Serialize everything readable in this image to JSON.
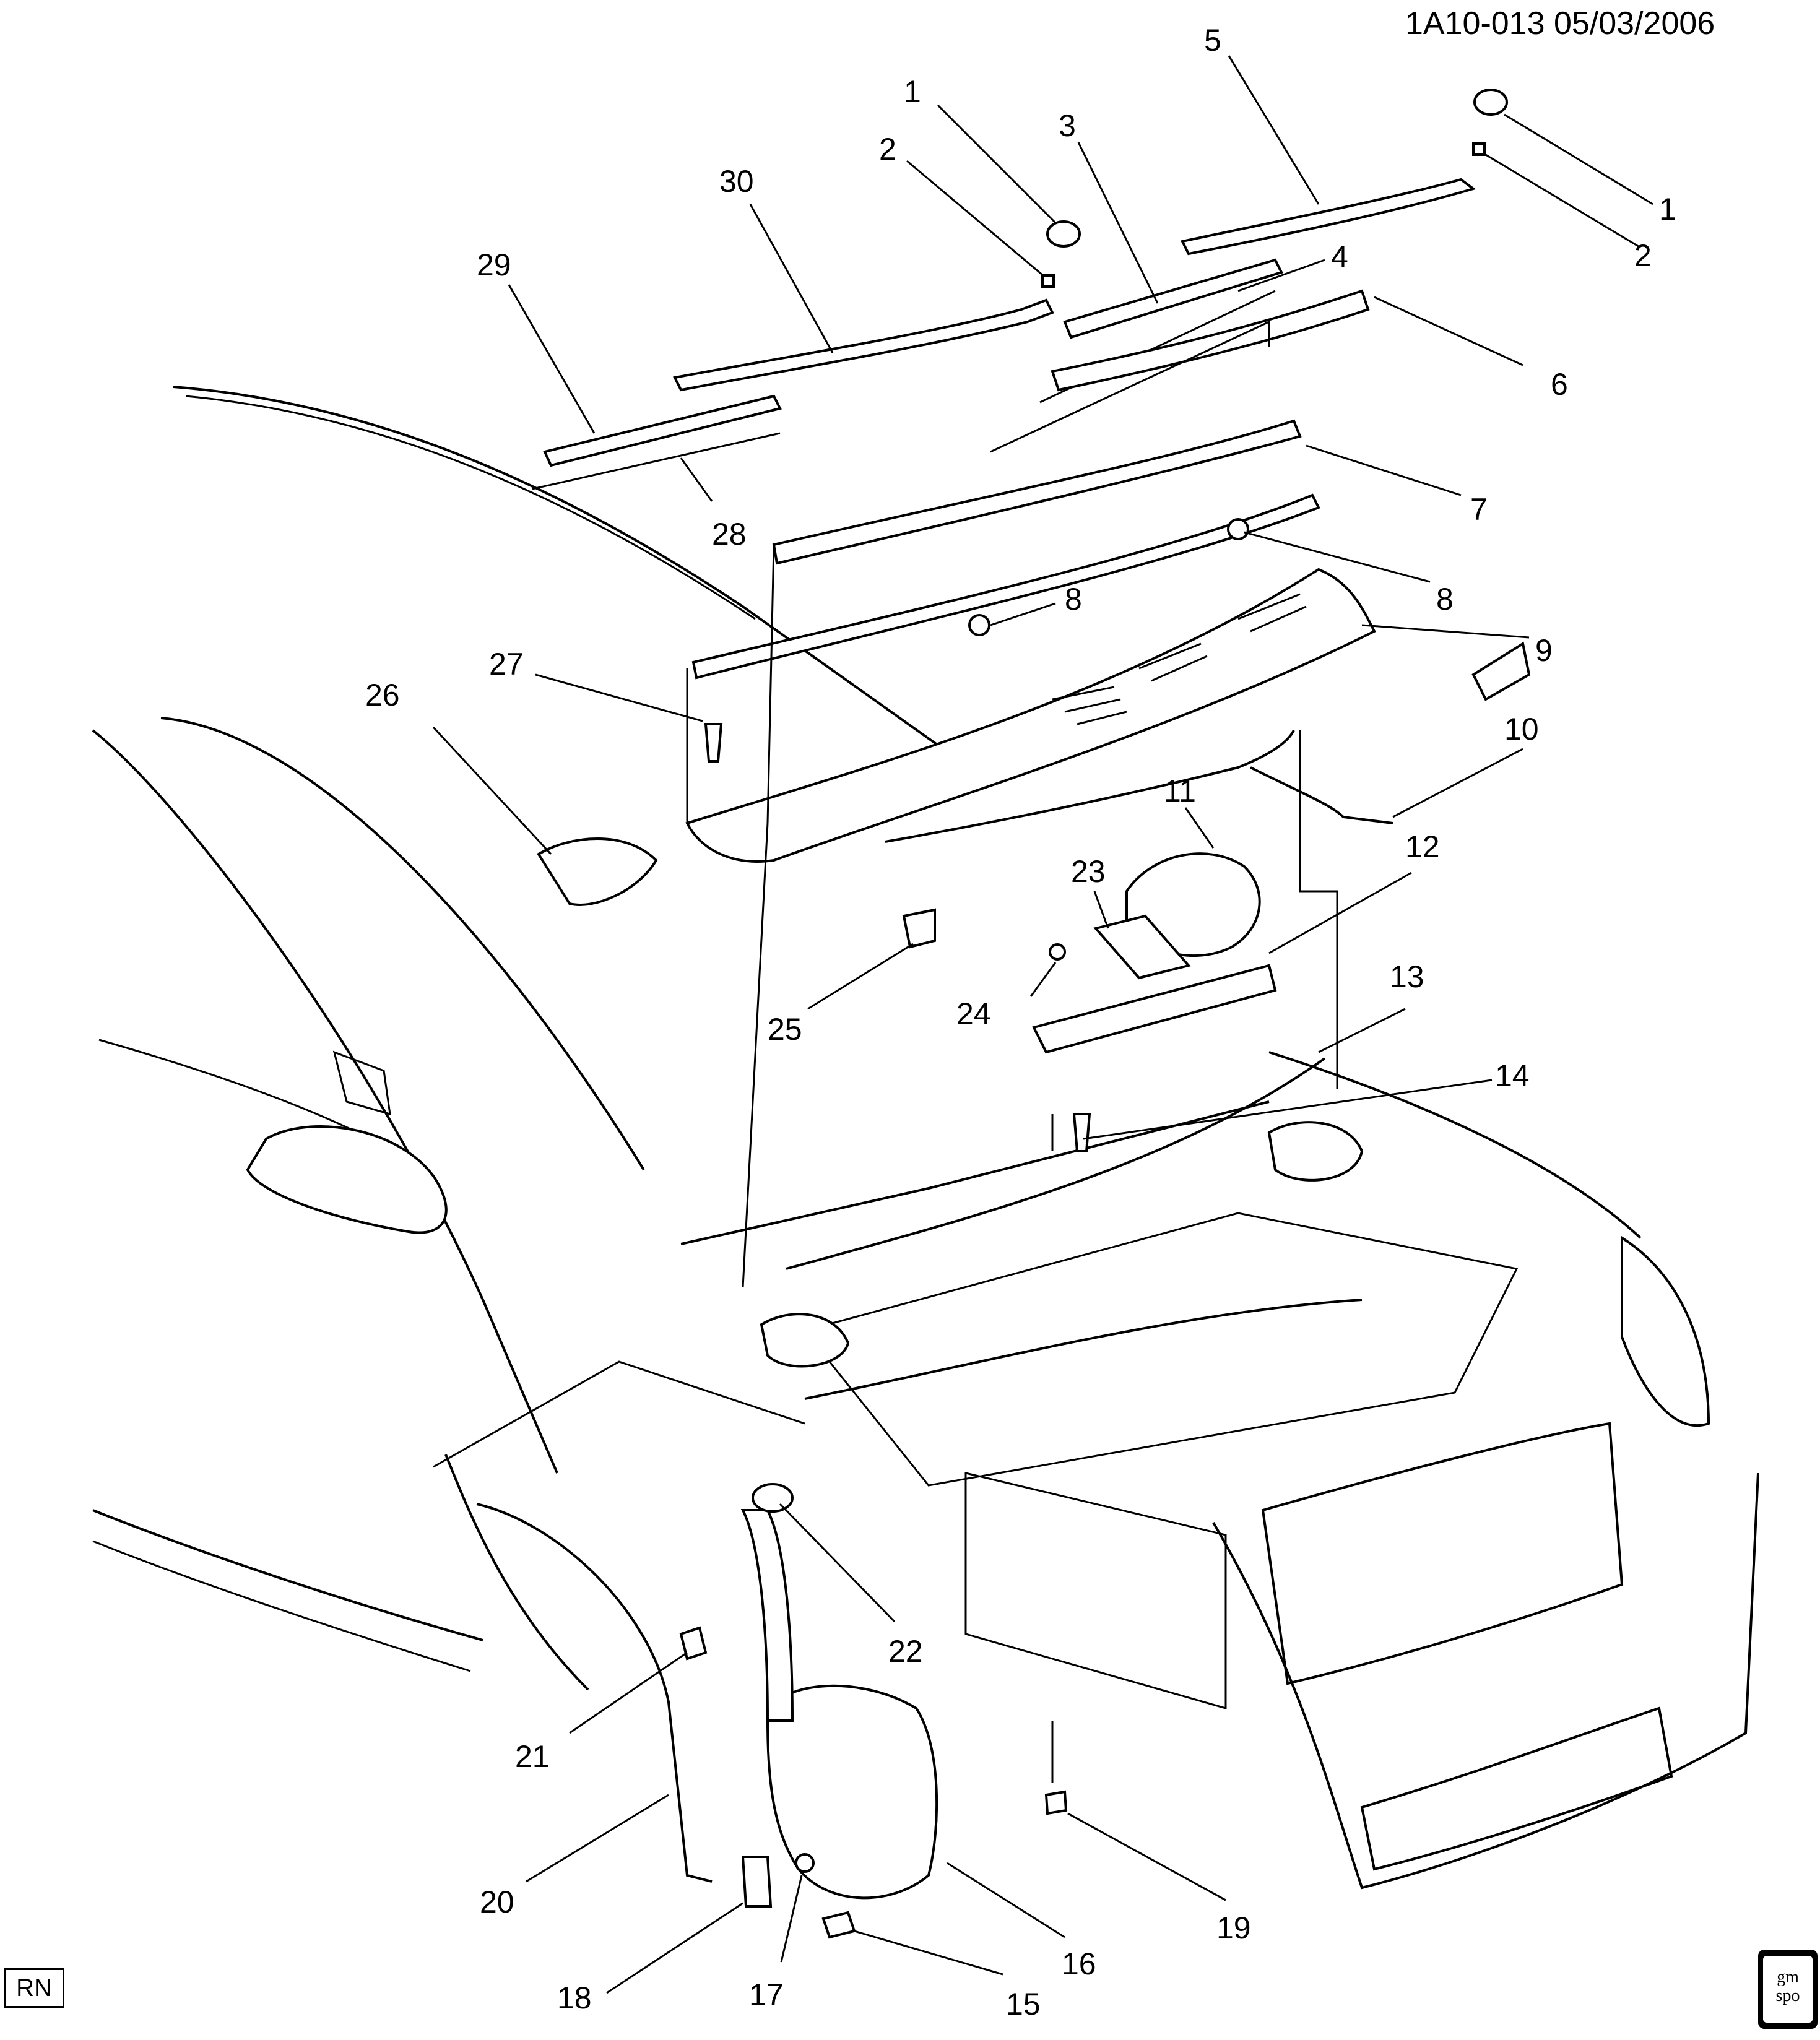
{
  "header": {
    "document_id": "1A10-013  05/03/2006"
  },
  "footer": {
    "left_badge": "RN",
    "right_badge_line1": "gm",
    "right_badge_line2": "spo"
  },
  "callouts": [
    {
      "id": "c1a",
      "label": "1"
    },
    {
      "id": "c2a",
      "label": "2"
    },
    {
      "id": "c3",
      "label": "3"
    },
    {
      "id": "c4",
      "label": "4"
    },
    {
      "id": "c5",
      "label": "5"
    },
    {
      "id": "c1b",
      "label": "1"
    },
    {
      "id": "c2b",
      "label": "2"
    },
    {
      "id": "c6",
      "label": "6"
    },
    {
      "id": "c7",
      "label": "7"
    },
    {
      "id": "c8a",
      "label": "8"
    },
    {
      "id": "c8b",
      "label": "8"
    },
    {
      "id": "c9",
      "label": "9"
    },
    {
      "id": "c10",
      "label": "10"
    },
    {
      "id": "c11",
      "label": "11"
    },
    {
      "id": "c12",
      "label": "12"
    },
    {
      "id": "c13",
      "label": "13"
    },
    {
      "id": "c14",
      "label": "14"
    },
    {
      "id": "c15",
      "label": "15"
    },
    {
      "id": "c16",
      "label": "16"
    },
    {
      "id": "c17",
      "label": "17"
    },
    {
      "id": "c18",
      "label": "18"
    },
    {
      "id": "c19",
      "label": "19"
    },
    {
      "id": "c20",
      "label": "20"
    },
    {
      "id": "c21",
      "label": "21"
    },
    {
      "id": "c22",
      "label": "22"
    },
    {
      "id": "c23",
      "label": "23"
    },
    {
      "id": "c24",
      "label": "24"
    },
    {
      "id": "c25",
      "label": "25"
    },
    {
      "id": "c26",
      "label": "26"
    },
    {
      "id": "c27",
      "label": "27"
    },
    {
      "id": "c28",
      "label": "28"
    },
    {
      "id": "c29",
      "label": "29"
    },
    {
      "id": "c30",
      "label": "30"
    }
  ]
}
